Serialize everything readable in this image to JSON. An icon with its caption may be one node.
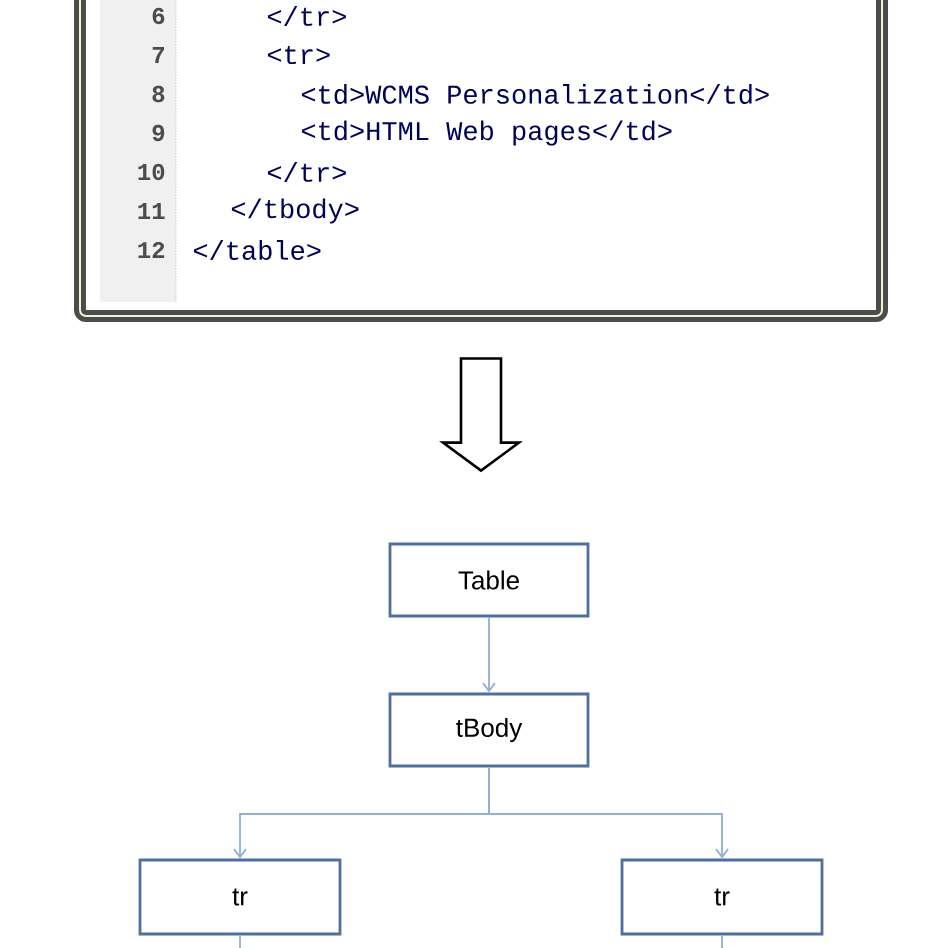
{
  "diagram": {
    "nodes": [
      {
        "text": [
          "6",
          "</tr>",
          "7",
          "<tr>",
          "8",
          "<td>WCMS Personalization</td>",
          "9",
          "<td>HTML Web pages</td>",
          "10",
          "</tr>",
          "11",
          "</tbody>",
          "12",
          "</table>"
        ]
      },
      {
        "text": [
          "Table"
        ]
      },
      {
        "text": [
          "tBody"
        ]
      },
      {
        "text": [
          "tr"
        ]
      },
      {
        "text": [
          "tr"
        ]
      }
    ],
    "edges": [
      {
        "from": 0,
        "to": 1,
        "arrow": "to",
        "style": "thick",
        "color": "#000000"
      },
      {
        "from": 1,
        "to": 2,
        "arrow": "to"
      },
      {
        "from": 2,
        "to": 3,
        "arrow": "to"
      },
      {
        "from": 2,
        "to": 4,
        "arrow": "to"
      },
      {
        "from": 3,
        "to": null,
        "arrow": "none"
      },
      {
        "from": 4,
        "to": null,
        "arrow": "none"
      }
    ]
  }
}
